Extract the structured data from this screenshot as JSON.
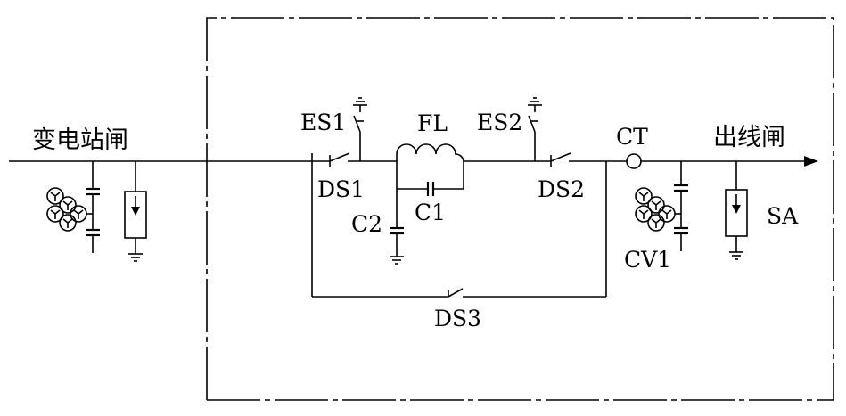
{
  "labels": {
    "substation_bay": "变电站闸",
    "outgoing_bay": "出线闸",
    "es1": "ES1",
    "es2": "ES2",
    "fl": "FL",
    "ct": "CT",
    "ds1": "DS1",
    "ds2": "DS2",
    "ds3": "DS3",
    "c1": "C1",
    "c2": "C2",
    "cv1": "CV1",
    "sa": "SA"
  }
}
